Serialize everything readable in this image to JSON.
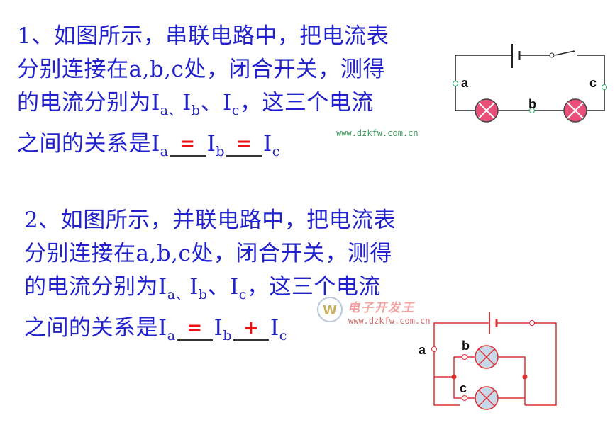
{
  "q1": {
    "line1": "1、如图所示，串联电路中，把电流表",
    "line2": "分别连接在a,b,c处，闭合开关，测得",
    "line3_pre": "的电流分别为I",
    "sub_a": "a、",
    "mid_I": "I",
    "sub_b": "b",
    "sep": "、I",
    "sub_c": "c",
    "line3_post": "，这三个电流",
    "line4_pre": "之间的关系是I",
    "ans_ab": "=",
    "ans_bc": "=",
    "watermark": "www.dzkfw.com.cn",
    "labels": {
      "a": "a",
      "b": "b",
      "c": "c"
    }
  },
  "q2": {
    "line1": "2、如图所示，并联电路中，把电流表",
    "line2": "分别连接在a,b,c处，闭合开关，测得",
    "line3_pre": "的电流分别为I",
    "sub_a": "a、",
    "mid_I": "I",
    "sub_b": "b",
    "sep": "、I",
    "sub_c": "c",
    "line3_post": "，这三个电流",
    "line4_pre": "之间的关系是I",
    "ans_ab": "=",
    "ans_bc": "+",
    "watermark_title": "电子开发王",
    "watermark": "www.dzkfw.com.cn",
    "labels": {
      "a": "a",
      "b": "b",
      "c": "c"
    }
  },
  "colors": {
    "text": "#2222cc",
    "answer": "#ee1111",
    "circuit2": "#dd3333",
    "lamp1": "#e8507a",
    "lamp2": "#c8d8e8"
  }
}
